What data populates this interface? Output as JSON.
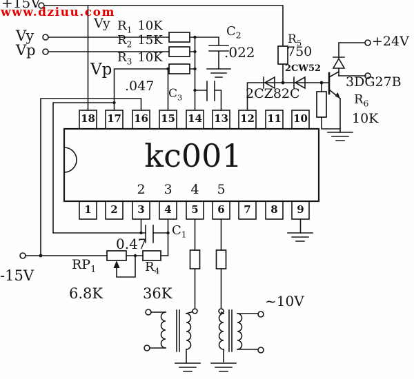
{
  "watermark": "www.dziuu.com",
  "power": {
    "plus15": "+15V",
    "minus15": "-15V",
    "plus24": "+24V",
    "ac": "~10V"
  },
  "inputs": {
    "vy": "Vy",
    "vp": "Vp"
  },
  "wire_labels": {
    "vy": "Vy",
    "vp": "Vp"
  },
  "ic": {
    "name": "kc001",
    "top_pins": [
      "18",
      "17",
      "16",
      "15",
      "14",
      "13",
      "12",
      "11",
      "10"
    ],
    "bottom_pins": [
      "1",
      "2",
      "3",
      "4",
      "5",
      "6",
      "7",
      "8",
      "9"
    ],
    "inner_pins": [
      "2",
      "3",
      "4",
      "5"
    ]
  },
  "components": {
    "r1": {
      "ref": "R",
      "sub": "1",
      "value": "10K"
    },
    "r2": {
      "ref": "R",
      "sub": "2",
      "value": "15K"
    },
    "r3": {
      "ref": "R",
      "sub": "3",
      "value": "10K"
    },
    "r4": {
      "ref": "R",
      "sub": "4",
      "value": "36K"
    },
    "r5": {
      "ref": "R",
      "sub": "5",
      "value": "750"
    },
    "r6": {
      "ref": "R",
      "sub": "6",
      "value": "10K"
    },
    "rp1": {
      "ref": "RP",
      "sub": "1",
      "value": "6.8K"
    },
    "c1": {
      "ref": "C",
      "sub": "1",
      "value": "0.47"
    },
    "c2": {
      "ref": "C",
      "sub": "2",
      "value": ".022"
    },
    "c3": {
      "ref": "C",
      "sub": "3",
      "value": ".047"
    },
    "diode": {
      "name": "2CZ82C"
    },
    "zener": {
      "name": "2CW52"
    },
    "transistor": {
      "name": "3DG27B"
    }
  },
  "colors": {
    "ink": "#151515",
    "watermark": "#e40000",
    "background": "#fefefe"
  }
}
